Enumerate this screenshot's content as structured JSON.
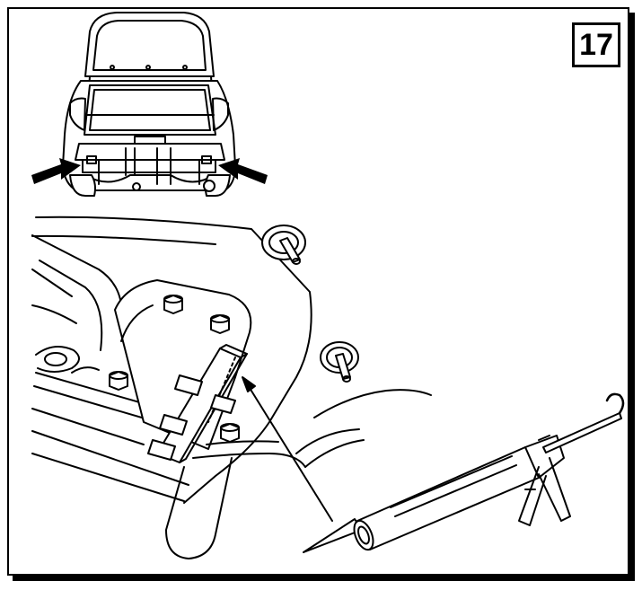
{
  "step": {
    "number": "17"
  },
  "colors": {
    "line": "#000000",
    "background": "#ffffff"
  },
  "illustration": {
    "car": "rear-view-hatchback-open",
    "callout_arrows": 2,
    "tool": "caulking-gun-with-sealant-cartridge"
  }
}
